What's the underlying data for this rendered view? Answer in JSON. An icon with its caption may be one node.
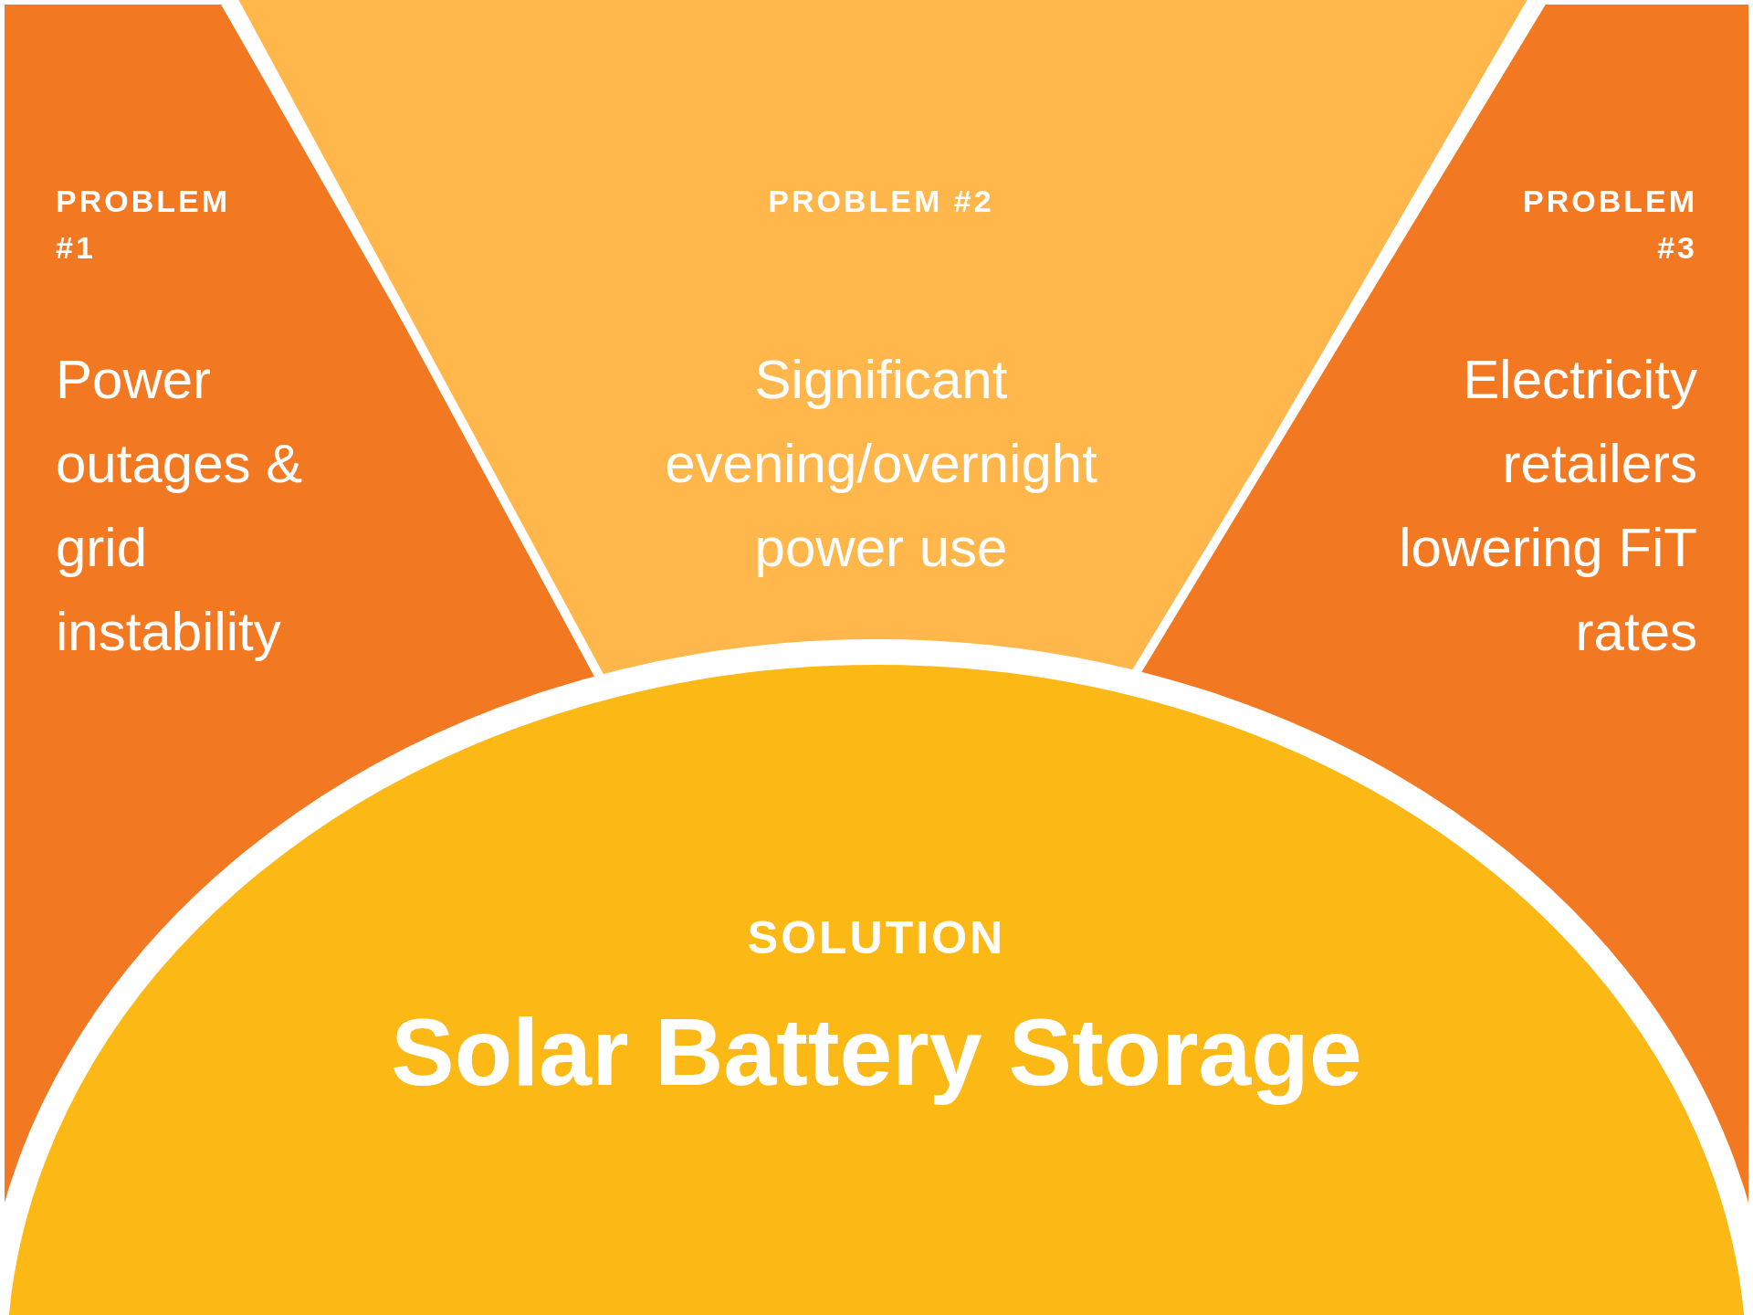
{
  "diagram": {
    "nodes": [
      {
        "text": [
          "PROBLEM #1",
          "Power outages & grid instability"
        ]
      },
      {
        "text": [
          "PROBLEM #2",
          "Significant evening/overnight power use"
        ]
      },
      {
        "text": [
          "PROBLEM #3",
          "Electricity retailers lowering FiT rates"
        ]
      },
      {
        "text": [
          "SOLUTION",
          "Solar Battery Storage"
        ]
      }
    ]
  }
}
